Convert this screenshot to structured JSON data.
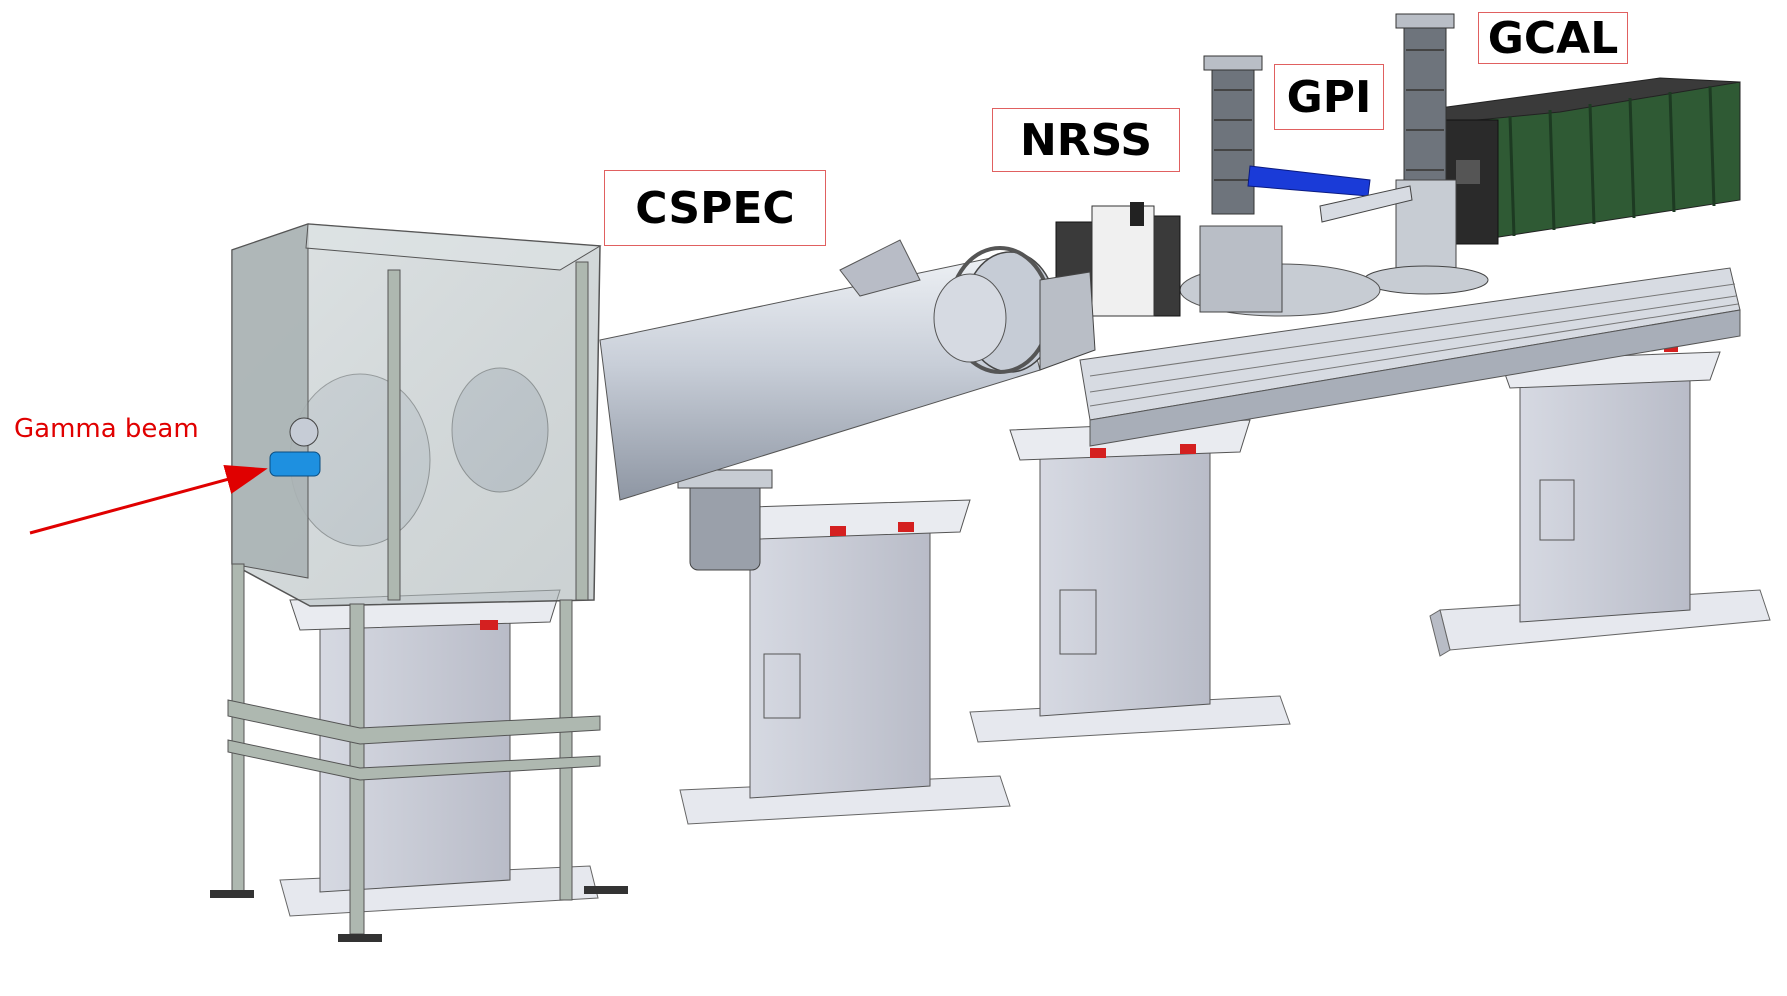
{
  "labels": {
    "cspec": "CSPEC",
    "nrss": "NRSS",
    "gpi": "GPI",
    "gcal": "GCAL",
    "gamma_beam": "Gamma beam"
  },
  "colors": {
    "label_border": "#e06060",
    "beam_arrow": "#e00000",
    "metal": "#c9ced6",
    "frame": "#aeb8b0",
    "blue_part": "#1a3bd8",
    "gcal_green": "#2f5a34",
    "dark_box": "#3a3a3a",
    "flag_red": "#d42020"
  }
}
